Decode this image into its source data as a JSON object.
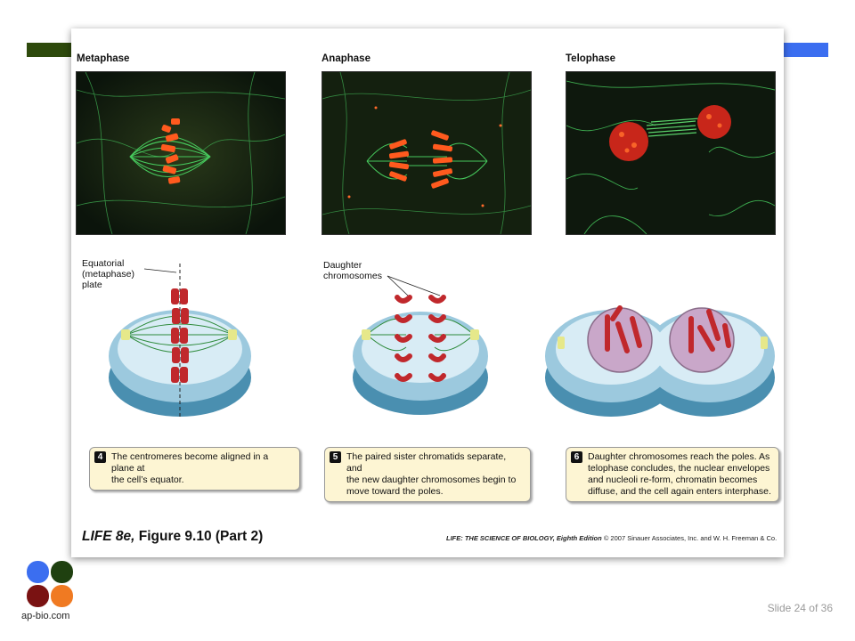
{
  "phases": [
    {
      "title": "Metaphase",
      "label": "Equatorial\n(metaphase)\nplate",
      "step": "4",
      "caption": "The centromeres become aligned in a plane at\nthe cell’s equator."
    },
    {
      "title": "Anaphase",
      "label": "Daughter\nchromosomes",
      "step": "5",
      "caption": "The paired sister chromatids separate, and\nthe new daughter chromosomes begin to\nmove toward the poles."
    },
    {
      "title": "Telophase",
      "label": "",
      "step": "6",
      "caption": "Daughter chromosomes reach the poles. As\ntelophase concludes, the nuclear envelopes\nand nucleoli re-form, chromatin becomes\ndiffuse, and the cell again enters interphase."
    }
  ],
  "figure": {
    "book": "LIFE 8e,",
    "title": " Figure 9.10 (Part 2)",
    "credit_book": "LIFE: THE SCIENCE OF BIOLOGY, Eighth Edition",
    "credit_rest": "  © 2007 Sinauer Associates, Inc. and W. H. Freeman & Co."
  },
  "logo_text": "ap-bio.com",
  "slide_number": "Slide 24 of 36",
  "colors": {
    "bar_left": "#2e4a0c",
    "bar_right": "#3b6ef0",
    "logo": [
      "#3b6ef0",
      "#1f4010",
      "#7a1212",
      "#f07a22"
    ],
    "chromosome": "#c0282c",
    "spindle": "#2fa84a",
    "cell": "#7fb6d0",
    "caption_bg": "#fdf5d3"
  }
}
